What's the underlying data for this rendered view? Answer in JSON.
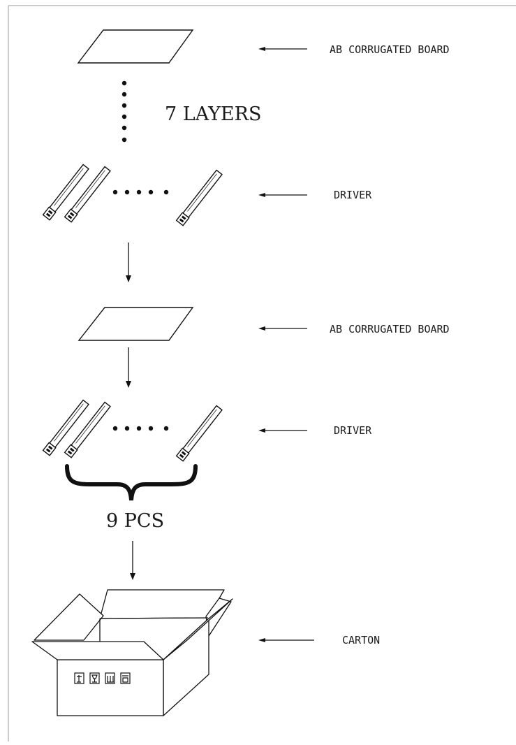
{
  "layers": {
    "board_top": "AB CORRUGATED BOARD",
    "driver_top": "DRIVER",
    "board_bottom": "AB CORRUGATED BOARD",
    "driver_bottom": "DRIVER",
    "carton": "CARTON"
  },
  "annotations": {
    "layer_count": "7 LAYERS",
    "pieces_count": "9 PCS"
  }
}
